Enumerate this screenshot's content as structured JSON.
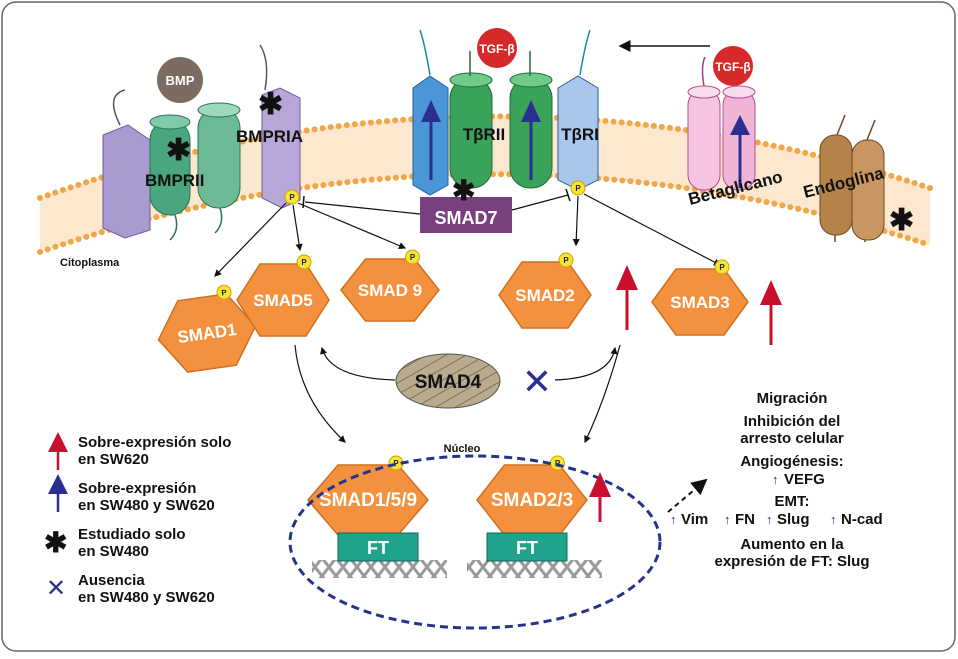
{
  "colors": {
    "smad_orange": "#f4913e",
    "phospho_yellow": "#f7e433",
    "tgf_red": "#d62a2a",
    "bmp_brown": "#7b6c62",
    "smad7_purple": "#7a3f7f",
    "ft_teal": "#1fa38a",
    "nucleus_navy": "#23348a",
    "up_red": "#c8102e",
    "up_blue": "#2b2f8f",
    "membrane_orange": "#f2a64a"
  },
  "ligands": {
    "bmp": "BMP",
    "tgf_center": "TGF-β",
    "tgf_right": "TGF-β"
  },
  "receptors": {
    "bmprii": "BMPRII",
    "bmpria": "BMPRIA",
    "tbrii": "TβRII",
    "tbri": "TβRI",
    "betaglicano": "Betaglicano",
    "endoglina": "Endoglina"
  },
  "compartments": {
    "cytoplasm": "Citoplasma",
    "nucleus": "Núcleo"
  },
  "phospho": "P",
  "smads": {
    "smad7": "SMAD7",
    "smad1": "SMAD1",
    "smad5": "SMAD5",
    "smad9": "SMAD 9",
    "smad2": "SMAD2",
    "smad3": "SMAD3",
    "smad4": "SMAD4",
    "smad159": "SMAD1/5/9",
    "smad23": "SMAD2/3"
  },
  "ft": {
    "left": "FT",
    "right": "FT"
  },
  "outcomes": {
    "migration": "Migración",
    "inhibition_1": "Inhibición del",
    "inhibition_2": "arresto celular",
    "angio": "Angiogénesis:",
    "vefg": "VEFG",
    "emt": "EMT:",
    "vim": "Vim",
    "fn": "FN",
    "slug": "Slug",
    "ncad": "N-cad",
    "ft_1": "Aumento en la",
    "ft_2": "expresión de FT: Slug"
  },
  "legend": [
    {
      "icon": "red-up-arrow",
      "line1": "Sobre-expresión solo",
      "line2": "en SW620"
    },
    {
      "icon": "blue-up-arrow",
      "line1": "Sobre-expresión",
      "line2": "en SW480 y SW620"
    },
    {
      "icon": "asterisk",
      "line1": "Estudiado solo",
      "line2": "en SW480"
    },
    {
      "icon": "blue-x",
      "line1": "Ausencia",
      "line2": "en SW480 y SW620"
    }
  ]
}
